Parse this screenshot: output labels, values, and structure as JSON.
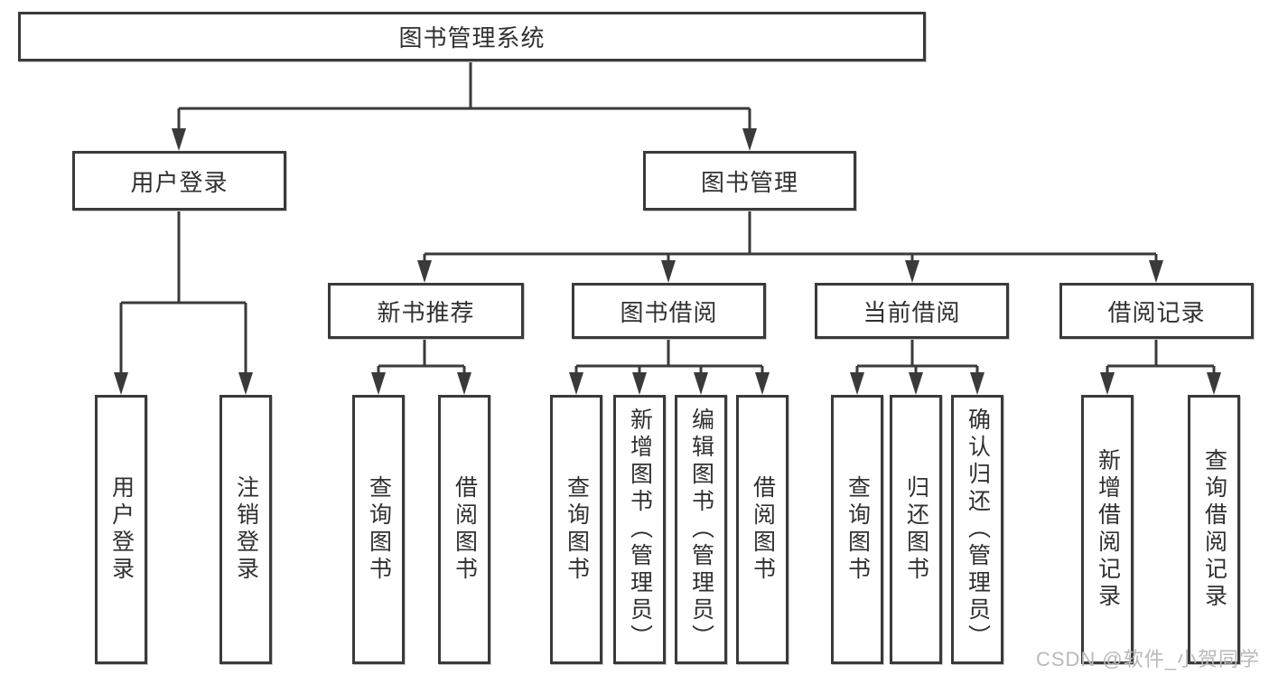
{
  "diagram": {
    "root": {
      "label": "图书管理系统"
    },
    "login": {
      "label": "用户登录",
      "children": [
        {
          "label": "用户登录"
        },
        {
          "label": "注销登录"
        }
      ]
    },
    "management": {
      "label": "图书管理",
      "children": [
        {
          "label": "新书推荐",
          "children": [
            {
              "label": "查询图书"
            },
            {
              "label": "借阅图书"
            }
          ]
        },
        {
          "label": "图书借阅",
          "children": [
            {
              "label": "查询图书"
            },
            {
              "label": "新增图书（管理员）"
            },
            {
              "label": "编辑图书（管理员）"
            },
            {
              "label": "借阅图书"
            }
          ]
        },
        {
          "label": "当前借阅",
          "children": [
            {
              "label": "查询图书"
            },
            {
              "label": "归还图书"
            },
            {
              "label": "确认归还（管理员）"
            }
          ]
        },
        {
          "label": "借阅记录",
          "children": [
            {
              "label": "新增借阅记录"
            },
            {
              "label": "查询借阅记录"
            }
          ]
        }
      ]
    },
    "colors": {
      "line": "#3a3a3a",
      "text": "#303030",
      "background": "#ffffff"
    }
  },
  "watermark": {
    "text": "CSDN @软件_小贺同学",
    "color": "#b9b9b9"
  }
}
